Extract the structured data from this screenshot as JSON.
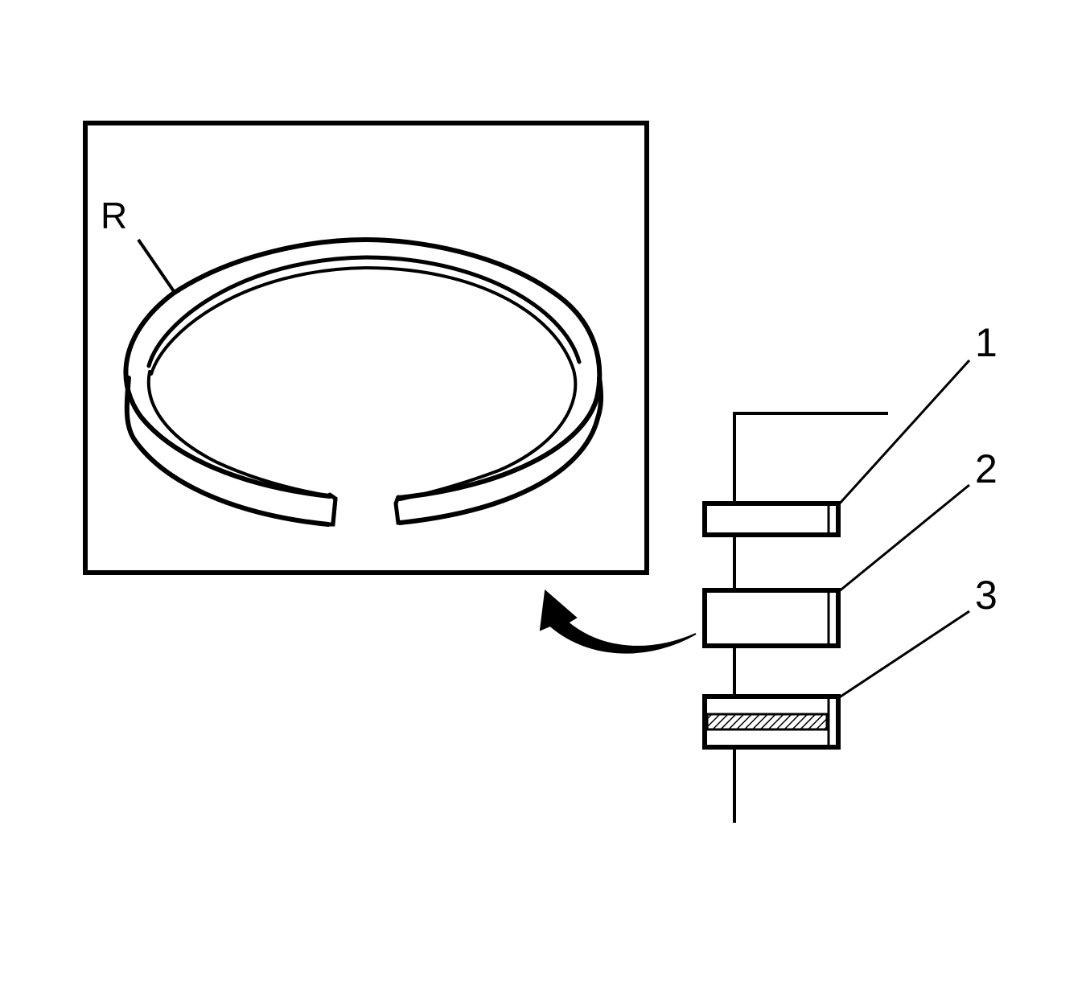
{
  "diagram": {
    "colors": {
      "stroke": "#000000",
      "background": "#ffffff"
    },
    "labels": {
      "ring": "R",
      "callout_1": "1",
      "callout_2": "2",
      "callout_3": "3"
    }
  }
}
